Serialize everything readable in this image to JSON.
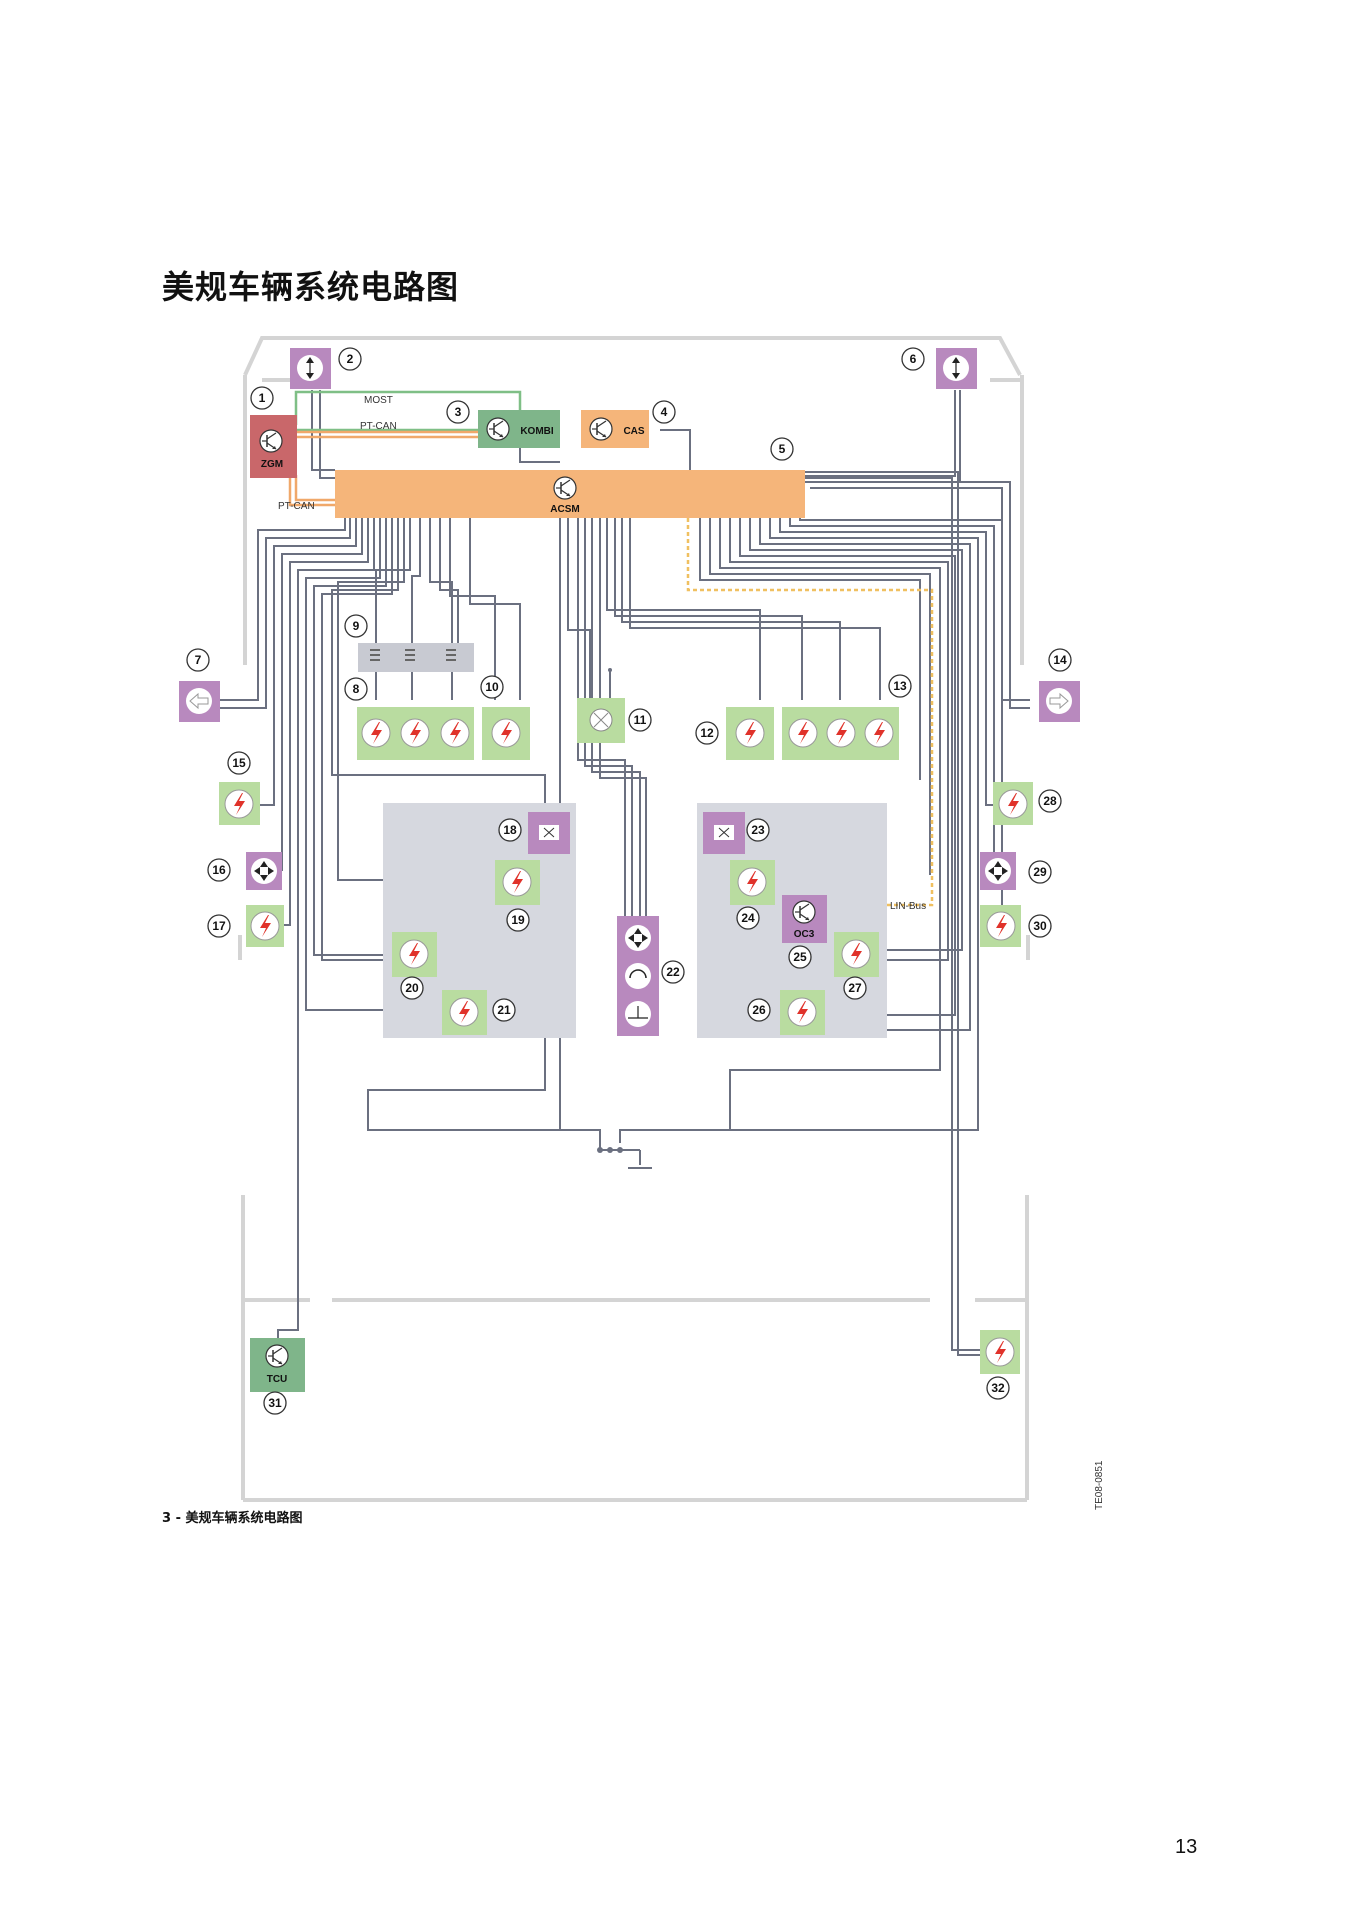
{
  "title": "美规车辆系统电路图",
  "caption": "3 - 美规车辆系统电路图",
  "page_number": "13",
  "figure_id": "TE08-0851",
  "bus_labels": {
    "most": "MOST",
    "ptcan_top": "PT-CAN",
    "ptcan_bottom": "PT-CAN",
    "lin": "LIN-Bus"
  },
  "controllers": {
    "zgm": "ZGM",
    "kombi": "KOMBI",
    "cas": "CAS",
    "acsm": "ACSM",
    "oc3": "OC3",
    "tcu": "TCU"
  },
  "callouts": [
    "1",
    "2",
    "3",
    "4",
    "5",
    "6",
    "7",
    "8",
    "9",
    "10",
    "11",
    "12",
    "13",
    "14",
    "15",
    "16",
    "17",
    "18",
    "19",
    "20",
    "21",
    "22",
    "23",
    "24",
    "25",
    "26",
    "27",
    "28",
    "29",
    "30",
    "31",
    "32"
  ],
  "colors": {
    "acsm": "#f5b57a",
    "control_unit_green": "#7fb58a",
    "zgm": "#c9676a",
    "sensor_purple": "#b889be",
    "igniter_green": "#b9dca0",
    "igniter_bolt": "#e0322a",
    "seat_area": "#d6d8df",
    "wire": "#6b7080",
    "most_line": "#7fbf86",
    "ptcan_line": "#f0a86a",
    "lin_line": "#f0c060",
    "frame": "#d4d4d4"
  }
}
